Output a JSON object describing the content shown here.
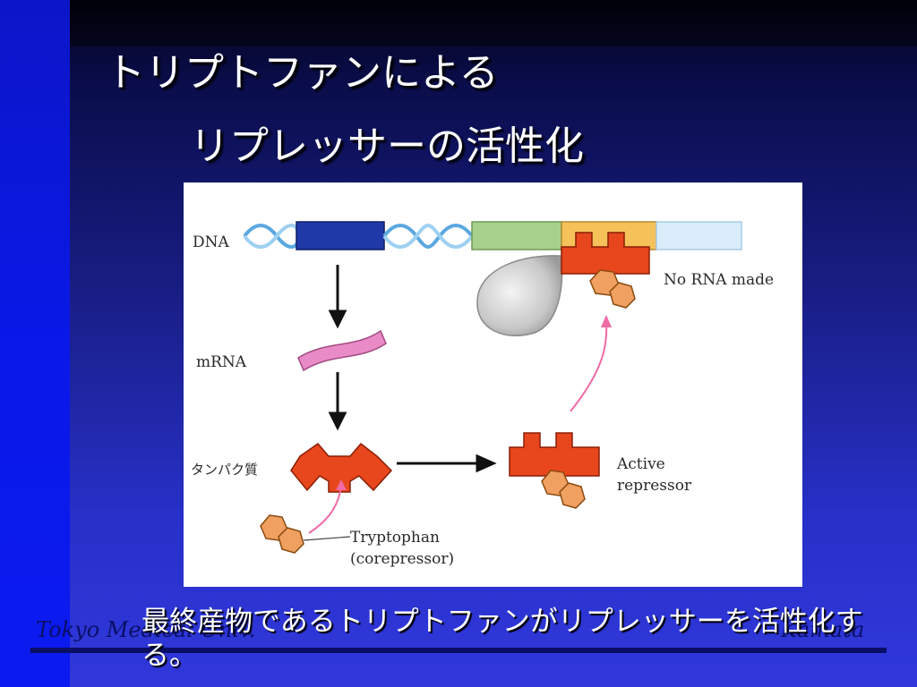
{
  "slide": {
    "title_line1": "トリプトファンによる",
    "title_line2": "リプレッサーの活性化",
    "caption": "最終産物であるトリプトファンがリプレッサーを活性化する。",
    "footer_left": "Tokyo Medical Univ.",
    "footer_right": "Kamata"
  },
  "diagram": {
    "labels": {
      "dna": "DNA",
      "mrna": "mRNA",
      "protein": "タンパク質",
      "no_rna": "No RNA made",
      "active_line1": "Active",
      "active_line2": "repressor",
      "trp_line1": "Tryptophan",
      "trp_line2": "(corepressor)"
    }
  },
  "colors": {
    "gene": "#1f3aa8",
    "promoter": "#a8d08d",
    "operator": "#f5c25a",
    "repressor": "#e8461c",
    "tryptophan": "#f0a060",
    "mrna": "#e98bc6",
    "pink_arrow": "#f06aa5",
    "helix": "#5aa8e0"
  }
}
